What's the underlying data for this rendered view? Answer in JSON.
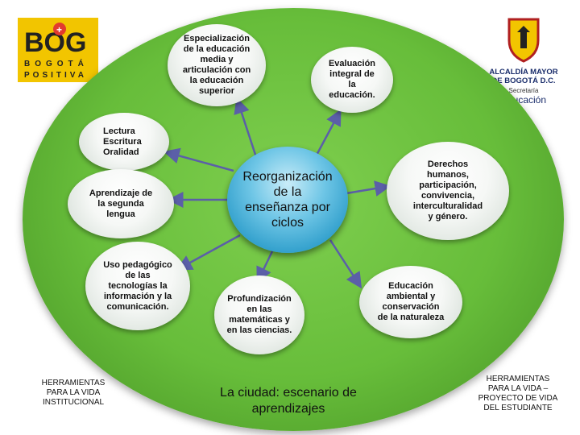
{
  "center": {
    "text": "Reorganización\nde la\nenseñanza por\nciclos"
  },
  "bubbles": {
    "especializacion": "Especialización\nde la educación\nmedia y\narticulación con\nla educación\nsuperior",
    "evaluacion": "Evaluación\nintegral de\nla\neducación.",
    "lectura": "Lectura\nEscritura\nOralidad",
    "segunda_lengua": "Aprendizaje de\nla segunda\nlengua",
    "derechos": "Derechos\nhumanos,\nparticipación,\nconvivencia,\ninterculturalidad\ny género.",
    "tic": "Uso pedagógico\nde las\ntecnologías la\ninformación y la\ncomunicación.",
    "ambiental": "Educación\nambiental y\nconservación\nde la naturaleza",
    "profundizacion": "Profundización\nen las\nmatemáticas y\nen las ciencias."
  },
  "bottom_title": "La ciudad: escenario de\naprendizajes",
  "herramientas_left": "HERRAMIENTAS\nPARA LA VIDA\nINSTITUCIONAL",
  "herramientas_right": "HERRAMIENTAS\nPARA LA VIDA –\nPROYECTO DE VIDA\nDEL ESTUDIANTE",
  "logo_left": {
    "mark": "BOG",
    "line1": "BOGOTÁ",
    "line2": "POSITIVA",
    "color": "#f2c500"
  },
  "logo_right": {
    "line1": "ALCALDÍA MAYOR",
    "line2": "DE BOGOTÁ D.C.",
    "line3": "Secretaría",
    "line4": "Educación"
  },
  "colors": {
    "circle": "#67bd3a",
    "center": "#2a9bc9",
    "arrow": "#5b5fa8"
  }
}
